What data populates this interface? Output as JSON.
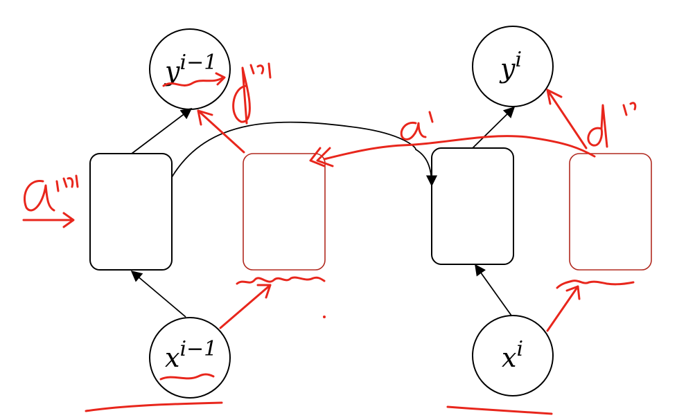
{
  "nodes": {
    "y_prev": {
      "base": "y",
      "sup": "i−1"
    },
    "y_curr": {
      "base": "y",
      "sup": "i"
    },
    "x_prev": {
      "base": "x",
      "sup": "i−1"
    },
    "x_curr": {
      "base": "x",
      "sup": "i"
    }
  },
  "colors": {
    "ink": "#000000",
    "annotation": "#e8261c",
    "box_outline_red": "#b0281e",
    "background": "#ffffff"
  }
}
